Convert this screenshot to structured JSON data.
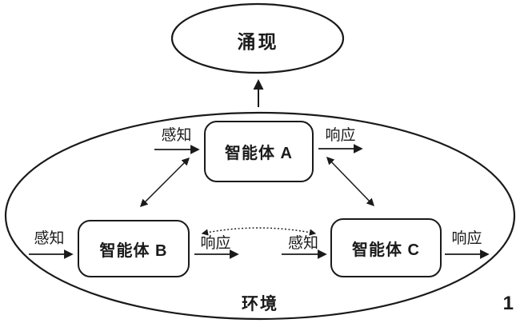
{
  "diagram": {
    "emergence_label": "涌现",
    "environment_label": "环境",
    "page_number": "1",
    "nodes": [
      {
        "id": "agent-a",
        "label": "智能体 A"
      },
      {
        "id": "agent-b",
        "label": "智能体 B"
      },
      {
        "id": "agent-c",
        "label": "智能体 C"
      }
    ],
    "edge_labels": {
      "perceive": "感知",
      "respond": "响应"
    },
    "colors": {
      "ink": "#1a1a1a",
      "background": "#ffffff"
    }
  }
}
